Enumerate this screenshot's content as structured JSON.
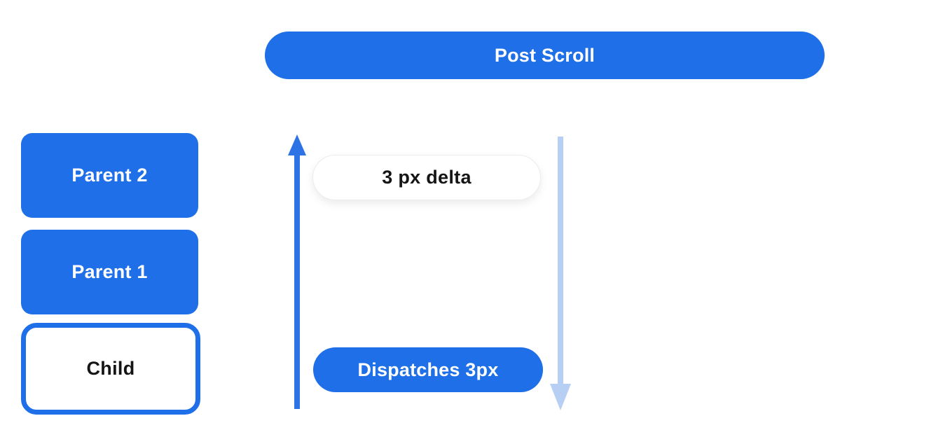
{
  "colors": {
    "primary-blue": "#1E6FE8",
    "arrow-up-blue": "#2E73E6",
    "arrow-down-blue": "#B8CFF5",
    "pill-border": "#ececec",
    "text-dark": "#151515",
    "text-white": "#ffffff",
    "canvas-bg": "#ffffff"
  },
  "header": {
    "title": "Post Scroll"
  },
  "widget_tree": {
    "items": [
      {
        "label": "Parent 2",
        "variant": "filled"
      },
      {
        "label": "Parent 1",
        "variant": "filled"
      },
      {
        "label": "Child",
        "variant": "outlined"
      }
    ]
  },
  "scroll_flow": {
    "delta_label": "3 px delta",
    "dispatch_label": "Dispatches 3px",
    "icons": {
      "up_arrow": "up-arrow-icon",
      "down_arrow": "down-arrow-icon"
    }
  }
}
